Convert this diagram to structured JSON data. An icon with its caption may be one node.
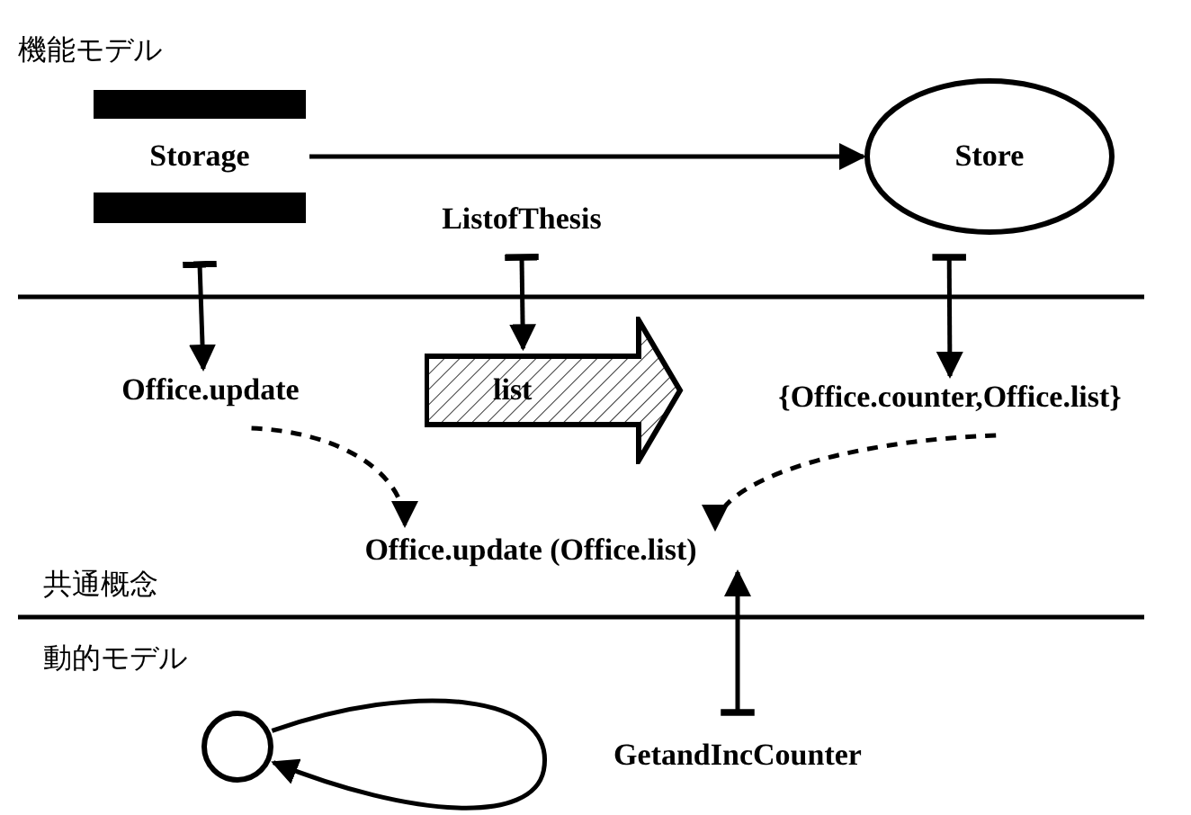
{
  "diagram": {
    "nodes": [
      {
        "text": [
          "Storage"
        ]
      },
      {
        "text": [
          "Store"
        ]
      },
      {
        "text": [
          "ListofThesis"
        ]
      },
      {
        "text": [
          "list"
        ]
      },
      {
        "text": [
          "Office.update"
        ]
      },
      {
        "text": [
          "{Office.counter,Office.list}"
        ]
      },
      {
        "text": [
          "Office.update (Office.list)"
        ]
      },
      {
        "text": [
          "GetandIncCounter"
        ]
      },
      {
        "text": [],
        "shape": "circle"
      }
    ],
    "edges": [
      {
        "from": 0,
        "to": 1,
        "arrow": "to"
      },
      {
        "from": 0,
        "to": 4,
        "arrow": "to"
      },
      {
        "from": 2,
        "to": 3,
        "arrow": "to"
      },
      {
        "from": 1,
        "to": 5,
        "arrow": "to"
      },
      {
        "from": 4,
        "to": 6,
        "arrow": "to",
        "style": "dashed"
      },
      {
        "from": 5,
        "to": 6,
        "arrow": "to",
        "style": "dashed"
      },
      {
        "from": 7,
        "to": 6,
        "arrow": "to"
      },
      {
        "from": 8,
        "to": 8,
        "arrow": "to"
      }
    ],
    "labels": [
      "機能モデル",
      "共通概念",
      "動的モデル"
    ]
  }
}
